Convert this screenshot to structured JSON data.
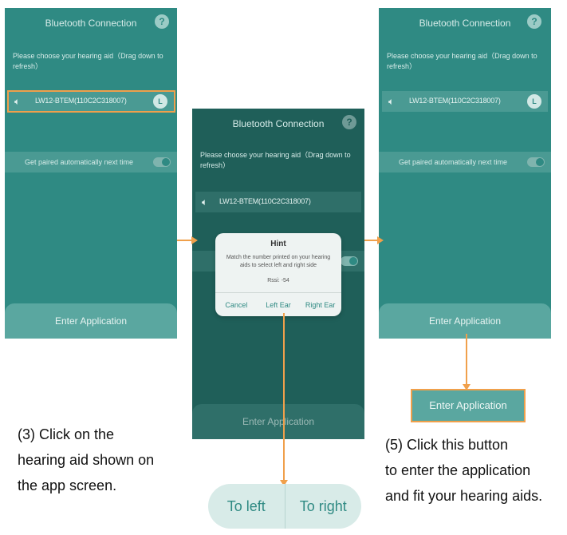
{
  "app": {
    "title": "Bluetooth Connection",
    "help_symbol": "?",
    "description": "Please choose your hearing aid（Drag down to refresh）",
    "device_name": "LW12-BTEM(110C2C318007)",
    "device_side": "L",
    "auto_pair_label": "Get paired automatically next time",
    "enter_button": "Enter Application"
  },
  "hint_dialog": {
    "title": "Hint",
    "message": "Match the number printed on your hearing aids to select left and right side",
    "rssi": "Rssi: -54",
    "cancel": "Cancel",
    "left": "Left Ear",
    "right": "Right Ear"
  },
  "zoom_pill": {
    "left": "To left",
    "right": "To right"
  },
  "captions": {
    "step3_line1": "(3) Click on the",
    "step3_line2": "hearing aid shown on",
    "step3_line3": "the app screen.",
    "step5_line1": "(5) Click this button",
    "step5_line2": "to enter the application",
    "step5_line3": "and fit your hearing aids."
  },
  "colors": {
    "teal": "#2f8a83",
    "teal_dark": "#1f5f59",
    "highlight_orange": "#f0a04b"
  }
}
